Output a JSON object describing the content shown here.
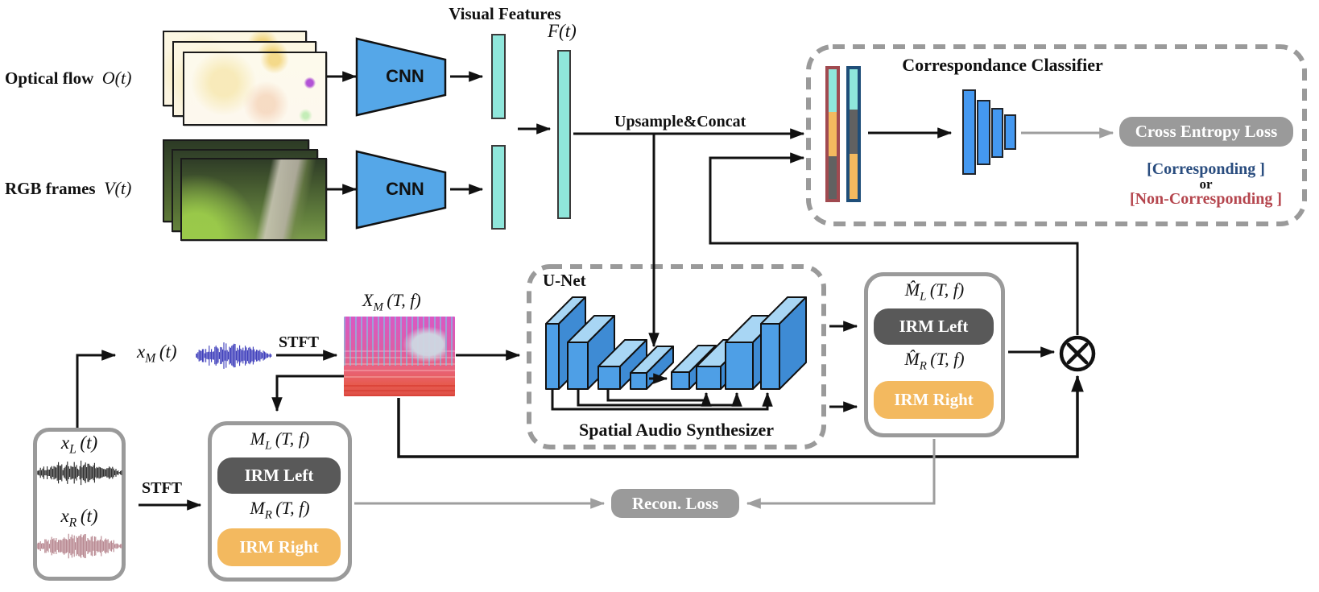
{
  "colors": {
    "cyan": "#8FE6DB",
    "blue": "#55A7E8",
    "block-front": "#4E9FE6",
    "block-top": "#A8D6F4",
    "block-side": "#3E8BD4",
    "mlp-blue": "#4498F0",
    "orange": "#F3B95F",
    "dark-gray": "#595959",
    "mid-gray": "#9A9A9A",
    "maroon": "#A04A50",
    "navy": "#1F4E79",
    "corr-blue": "#2A4D7F",
    "noncorr-red": "#B5464E",
    "wave-mono": "#3636B8",
    "wave-left": "#262626",
    "wave-right": "#B5838C",
    "line-black": "#111111",
    "line-gray": "#9E9E9E"
  },
  "top": {
    "visual_features_title": "Visual Features",
    "optical_flow_label": "Optical flow",
    "optical_flow_math": "O(t)",
    "rgb_label": "RGB frames",
    "rgb_math": "V(t)",
    "cnn_label": "CNN",
    "f_label": "F(t)",
    "upsample_label": "Upsample&Concat"
  },
  "classifier": {
    "title": "Correspondance Classifier",
    "loss_button": "Cross Entropy Loss",
    "outcome_corresponding": "[Corresponding ]",
    "outcome_or": "or",
    "outcome_non_corresponding": "[Non-Corresponding ]"
  },
  "unet": {
    "label": "U-Net",
    "title": "Spatial Audio Synthesizer"
  },
  "audio": {
    "stft_label": "STFT",
    "xm": {
      "base": "x",
      "sub": "M",
      "args": "(t)"
    },
    "xl": {
      "base": "x",
      "sub": "L",
      "args": "(t)"
    },
    "xr": {
      "base": "x",
      "sub": "R",
      "args": "(t)"
    },
    "spectrogram": {
      "base": "X",
      "sub": "M",
      "args": "(T, f)"
    }
  },
  "gt_masks": {
    "ml": {
      "base": "M",
      "sub": "L",
      "args": "(T, f)"
    },
    "irm_left": "IRM Left",
    "mr": {
      "base": "M",
      "sub": "R",
      "args": "(T, f)"
    },
    "irm_right": "IRM Right"
  },
  "pred_masks": {
    "ml": {
      "base": "M̂",
      "sub": "L",
      "args": "(T, f)"
    },
    "irm_left": "IRM Left",
    "mr": {
      "base": "M̂",
      "sub": "R",
      "args": "(T, f)"
    },
    "irm_right": "IRM Right"
  },
  "recon_loss_button": "Recon. Loss",
  "multiply_symbol": "⊗"
}
